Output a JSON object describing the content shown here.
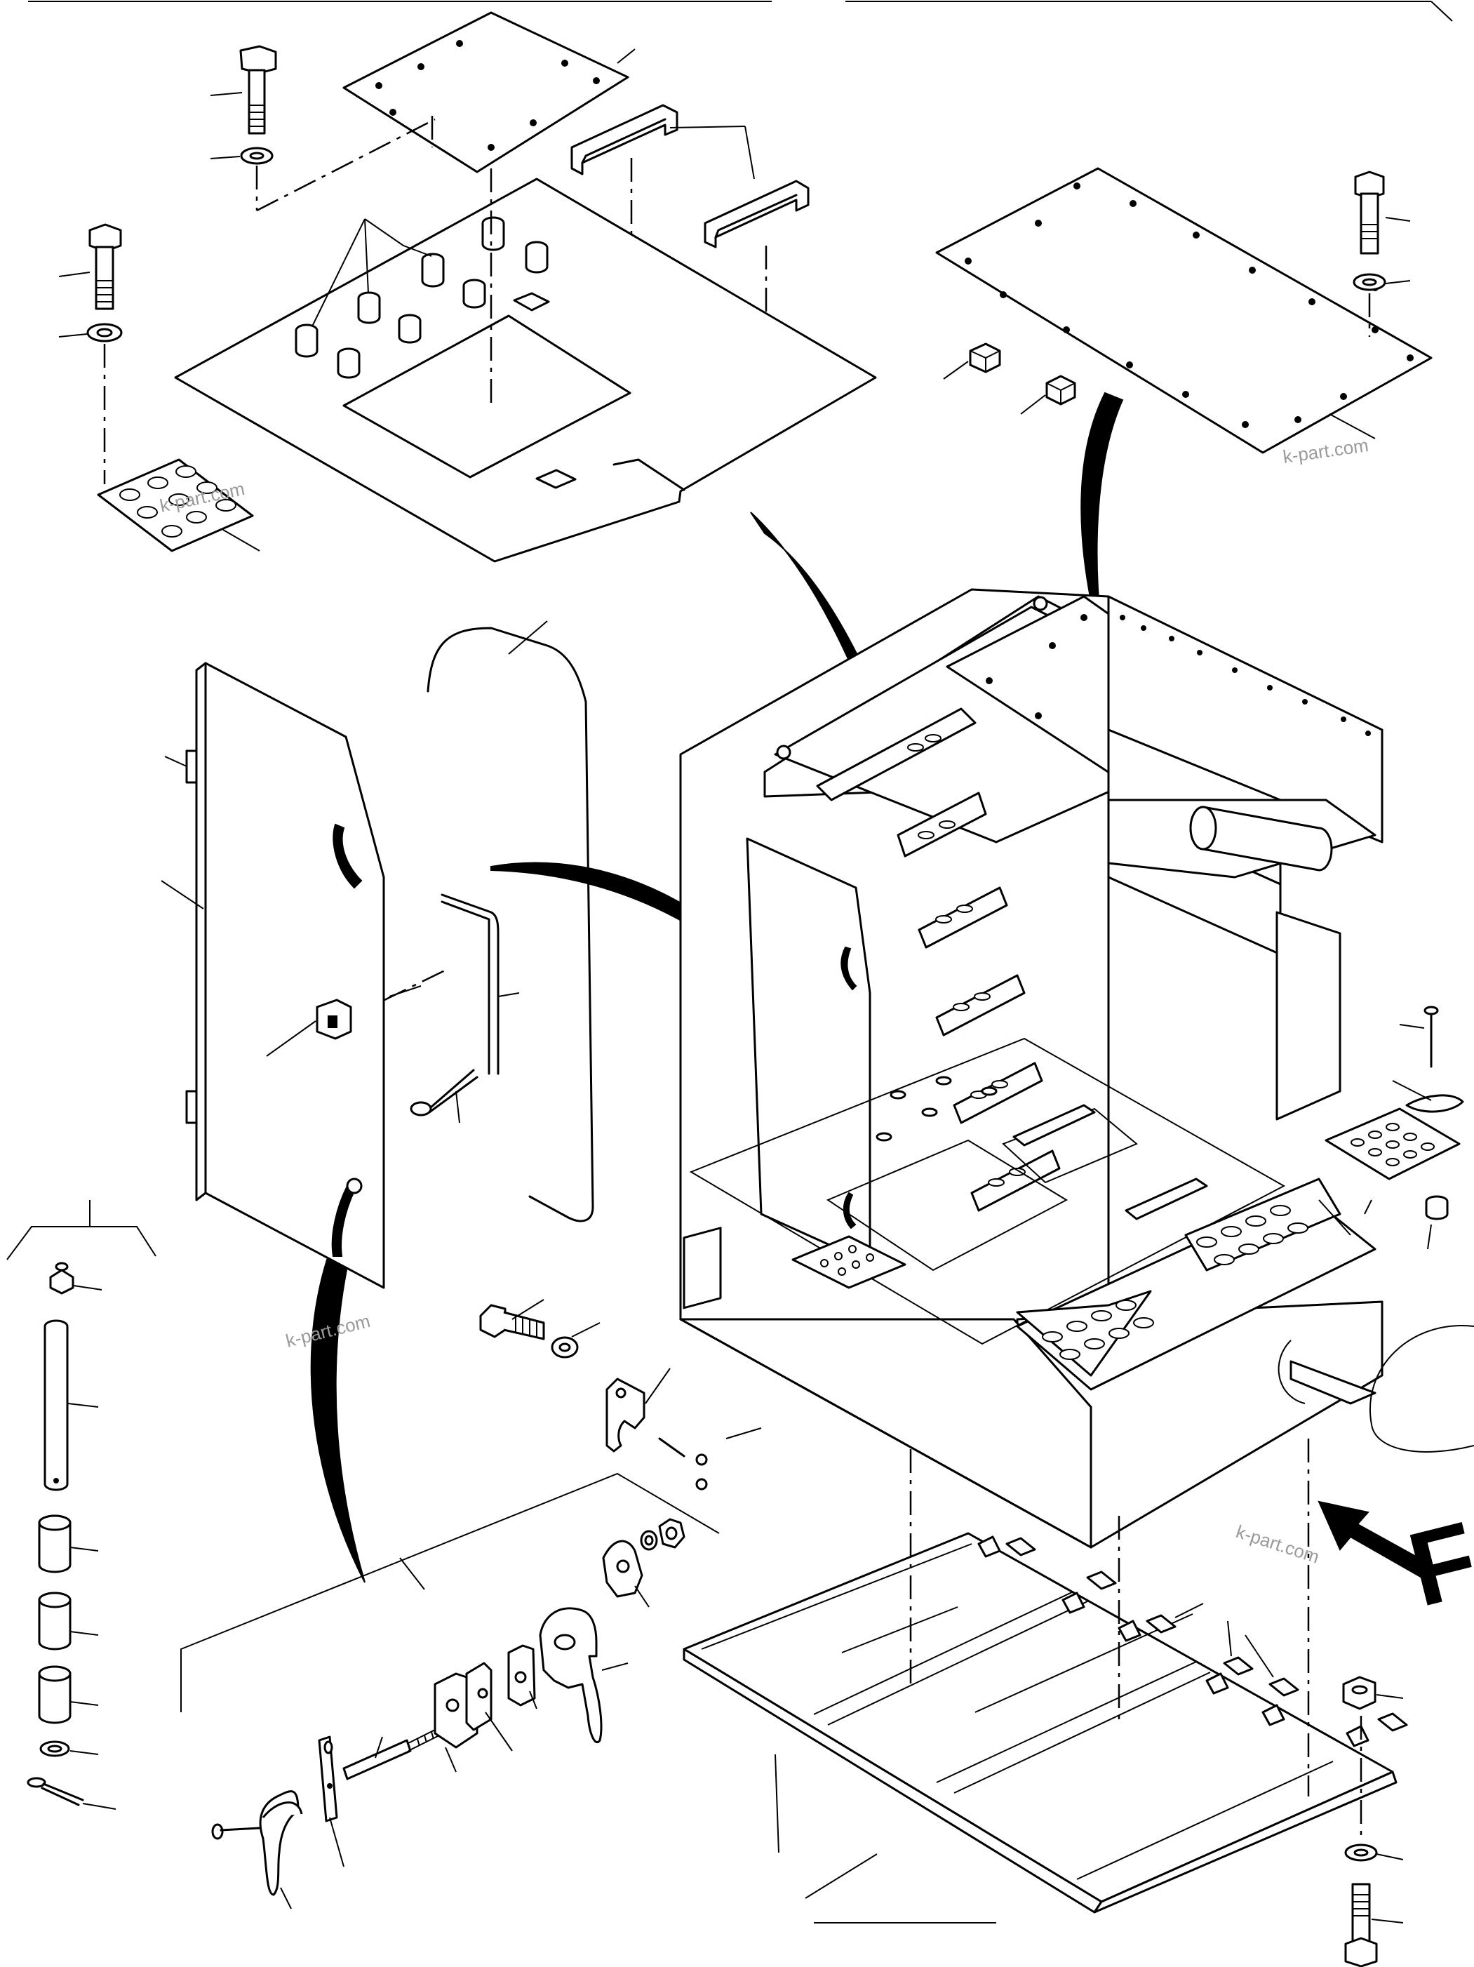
{
  "watermarks": [
    "k-part.com",
    "k-part.com",
    "k-part.com",
    "k-part.com"
  ],
  "view_letter": "F",
  "colors": {
    "line": "#000000",
    "background": "#ffffff",
    "watermark": "#9a9a9a"
  },
  "icons": [
    "view-arrow-icon"
  ]
}
